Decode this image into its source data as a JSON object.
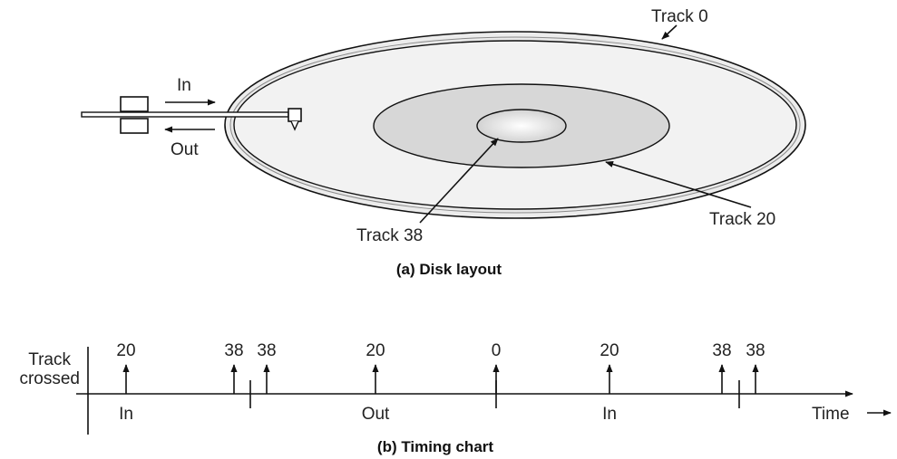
{
  "disk_layout": {
    "head_in_label": "In",
    "head_out_label": "Out",
    "track_outer_label": "Track 0",
    "track_middle_label": "Track 20",
    "track_inner_label": "Track 38",
    "caption": "(a) Disk layout"
  },
  "timing_chart": {
    "y_axis_label_line1": "Track",
    "y_axis_label_line2": "crossed",
    "time_label": "Time",
    "caption": "(b) Timing chart",
    "crossings": [
      {
        "track": "20"
      },
      {
        "track": "38"
      },
      {
        "track": "38"
      },
      {
        "track": "20"
      },
      {
        "track": "0"
      },
      {
        "track": "20"
      },
      {
        "track": "38"
      },
      {
        "track": "38"
      }
    ],
    "direction_labels": [
      {
        "label": "In"
      },
      {
        "label": "Out"
      },
      {
        "label": "In"
      }
    ]
  }
}
